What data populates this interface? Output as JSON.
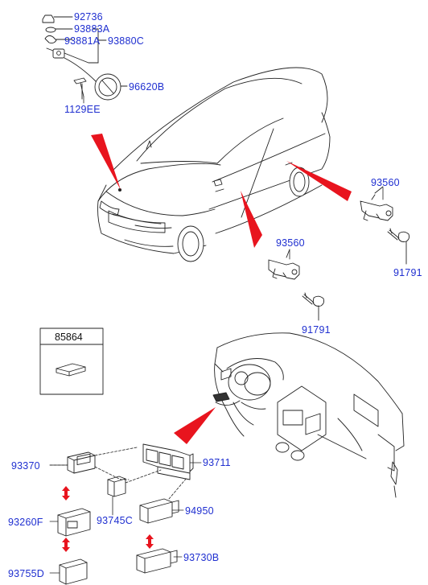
{
  "parts": {
    "p92736": "92736",
    "p93883A": "93883A",
    "p93881A": "93881A",
    "p93880C": "93880C",
    "p96620B": "96620B",
    "p1129EE": "1129EE",
    "p93560_right": "93560",
    "p91791_right": "91791",
    "p93560_mid": "93560",
    "p91791_mid": "91791",
    "p85864": "85864",
    "p93370": "93370",
    "p93711": "93711",
    "p93745C": "93745C",
    "p94950": "94950",
    "p93260F": "93260F",
    "p93730B": "93730B",
    "p93755D": "93755D"
  },
  "colors": {
    "label_blue": "#1f2fd0",
    "callout_red": "#e8141e",
    "arrow_red": "#e8141e",
    "line_dark": "#222222"
  }
}
